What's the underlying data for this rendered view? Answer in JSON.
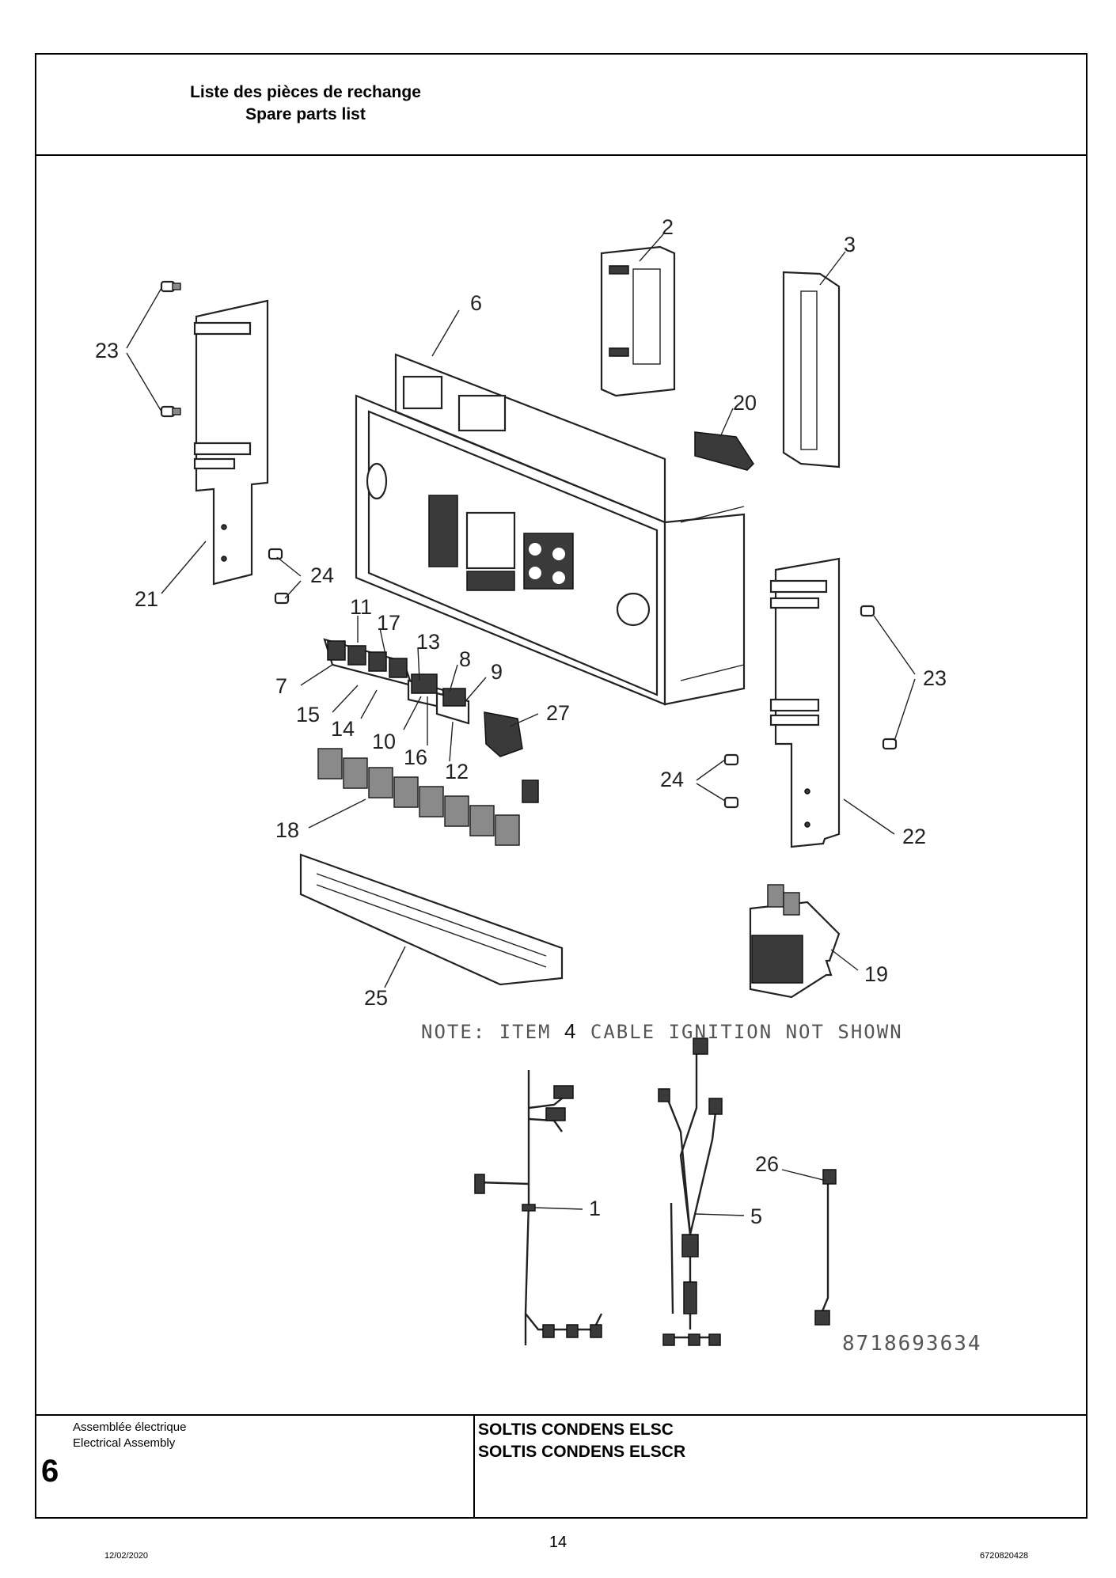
{
  "header": {
    "title_fr": "Liste des pièces de rechange",
    "title_en": "Spare parts list"
  },
  "diagram": {
    "note_prefix": "NOTE:  ITEM ",
    "note_item": "4",
    "note_suffix": " CABLE IGNITION NOT SHOWN",
    "drawing_ref": "8718693634",
    "callouts": [
      {
        "id": "c2",
        "label": "2"
      },
      {
        "id": "c3",
        "label": "3"
      },
      {
        "id": "c6",
        "label": "6"
      },
      {
        "id": "c23a",
        "label": "23"
      },
      {
        "id": "c20",
        "label": "20"
      },
      {
        "id": "c21",
        "label": "21"
      },
      {
        "id": "c24a",
        "label": "24"
      },
      {
        "id": "c11",
        "label": "11"
      },
      {
        "id": "c17",
        "label": "17"
      },
      {
        "id": "c13",
        "label": "13"
      },
      {
        "id": "c8",
        "label": "8"
      },
      {
        "id": "c9",
        "label": "9"
      },
      {
        "id": "c7",
        "label": "7"
      },
      {
        "id": "c15",
        "label": "15"
      },
      {
        "id": "c14",
        "label": "14"
      },
      {
        "id": "c10",
        "label": "10"
      },
      {
        "id": "c16",
        "label": "16"
      },
      {
        "id": "c12",
        "label": "12"
      },
      {
        "id": "c27",
        "label": "27"
      },
      {
        "id": "c23b",
        "label": "23"
      },
      {
        "id": "c24b",
        "label": "24"
      },
      {
        "id": "c22",
        "label": "22"
      },
      {
        "id": "c18",
        "label": "18"
      },
      {
        "id": "c19",
        "label": "19"
      },
      {
        "id": "c25",
        "label": "25"
      },
      {
        "id": "c26",
        "label": "26"
      },
      {
        "id": "c1",
        "label": "1"
      },
      {
        "id": "c5",
        "label": "5"
      }
    ]
  },
  "footer": {
    "section_fr": "Assemblée électrique",
    "section_en": "Electrical Assembly",
    "section_number": "6",
    "model_1": "SOLTIS CONDENS ELSC",
    "model_2": "SOLTIS CONDENS ELSCR"
  },
  "page": {
    "date": "12/02/2020",
    "number": "14",
    "doc_ref": "6720820428"
  }
}
